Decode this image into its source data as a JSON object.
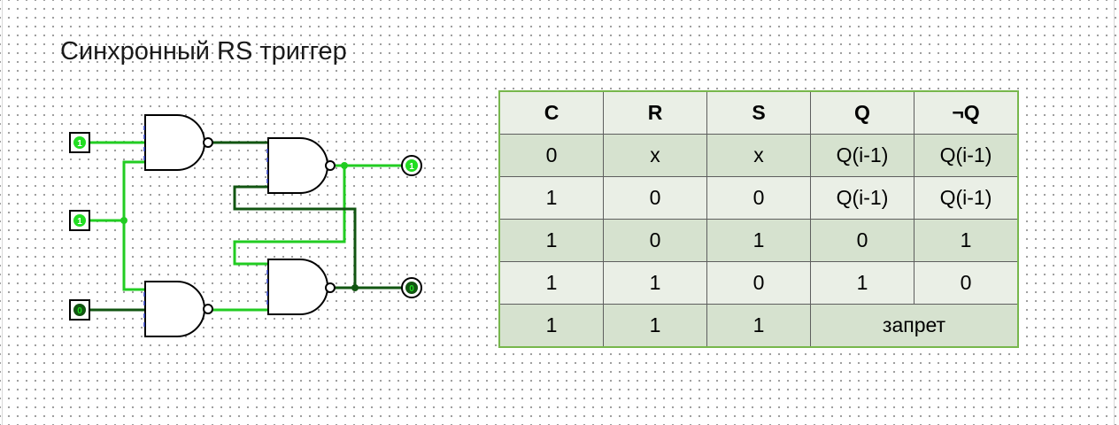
{
  "title": "Синхронный RS триггер",
  "circuit": {
    "inputs": [
      {
        "name": "input-s",
        "value": "1"
      },
      {
        "name": "input-c",
        "value": "1"
      },
      {
        "name": "input-r",
        "value": "0"
      }
    ],
    "outputs": [
      {
        "name": "output-q",
        "value": "1"
      },
      {
        "name": "output-not-q",
        "value": "0"
      }
    ],
    "colors": {
      "wire_high": "#22cc22",
      "wire_low": "#115511",
      "pin_fill": "#22dd22",
      "gate_stroke": "#000000"
    }
  },
  "table": {
    "headers": [
      "C",
      "R",
      "S",
      "Q",
      "¬Q"
    ],
    "rows": [
      [
        "0",
        "x",
        "x",
        "Q(i-1)",
        "Q(i-1)"
      ],
      [
        "1",
        "0",
        "0",
        "Q(i-1)",
        "Q(i-1)"
      ],
      [
        "1",
        "0",
        "1",
        "0",
        "1"
      ],
      [
        "1",
        "1",
        "0",
        "1",
        "0"
      ],
      [
        "1",
        "1",
        "1",
        "запрет"
      ]
    ],
    "colors": {
      "border": "#77b74c",
      "row_dark": "#d6e2cf",
      "row_light": "#eaefe6"
    }
  }
}
